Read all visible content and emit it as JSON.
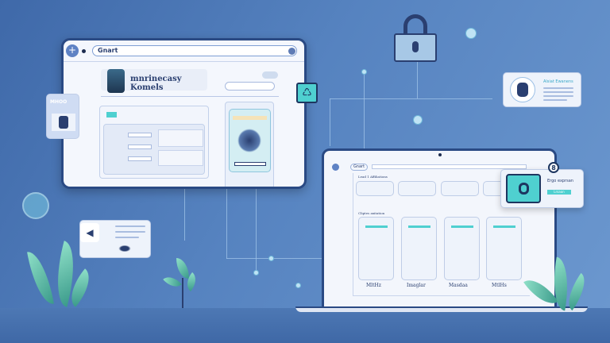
{
  "browser": {
    "address": "Gnart",
    "title": "mnrinecasy Komels",
    "badge_text": "MHOO"
  },
  "profile_card": {
    "title": "Alsiat Ewanens"
  },
  "laptop": {
    "address": "Gnart",
    "section1": "Lead 1 Affiliations",
    "section2": "Cliptes axitation",
    "cards": [
      "MltHz",
      "Imaglar",
      "Masdaa",
      "MtlHs"
    ]
  },
  "popup": {
    "title": "Ergo exprsan",
    "button": "Lrsaon",
    "badge": "8"
  },
  "colors": {
    "accent": "#4fd0d0",
    "frame": "#2a4a84",
    "background": "#5683c0"
  }
}
